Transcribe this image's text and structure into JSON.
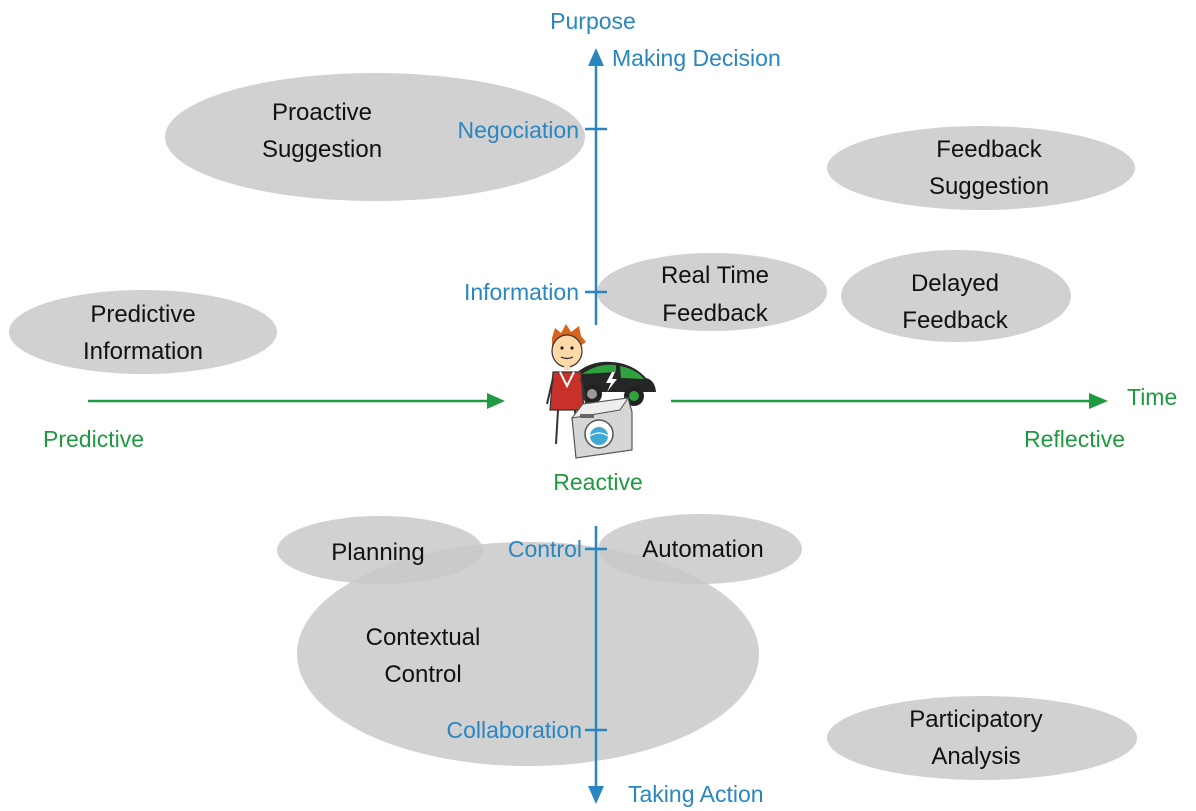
{
  "colors": {
    "vertical_axis": "#2a86c0",
    "horizontal_axis": "#1f9a40",
    "bubble": "#c9c9c9",
    "text": "#111111"
  },
  "vertical_axis": {
    "title": "Purpose",
    "top": "Making Decision",
    "bottom": "Taking Action",
    "ticks": [
      "Negociation",
      "Information",
      "Control",
      "Collaboration"
    ]
  },
  "horizontal_axis": {
    "left": "Predictive",
    "center": "Reactive",
    "right": "Reflective",
    "title": "Time"
  },
  "bubbles": {
    "proactive_suggestion": [
      "Proactive",
      "Suggestion"
    ],
    "feedback_suggestion": [
      "Feedback",
      "Suggestion"
    ],
    "real_time_feedback": [
      "Real Time",
      "Feedback"
    ],
    "delayed_feedback": [
      "Delayed",
      "Feedback"
    ],
    "predictive_information": [
      "Predictive",
      "Information"
    ],
    "planning": [
      "Planning"
    ],
    "automation": [
      "Automation"
    ],
    "contextual_control": [
      "Contextual",
      "Control"
    ],
    "participatory_analysis": [
      "Participatory",
      "Analysis"
    ]
  },
  "center_illustration": {
    "icons": [
      "person-icon",
      "electric-car-icon",
      "washing-machine-icon"
    ]
  }
}
